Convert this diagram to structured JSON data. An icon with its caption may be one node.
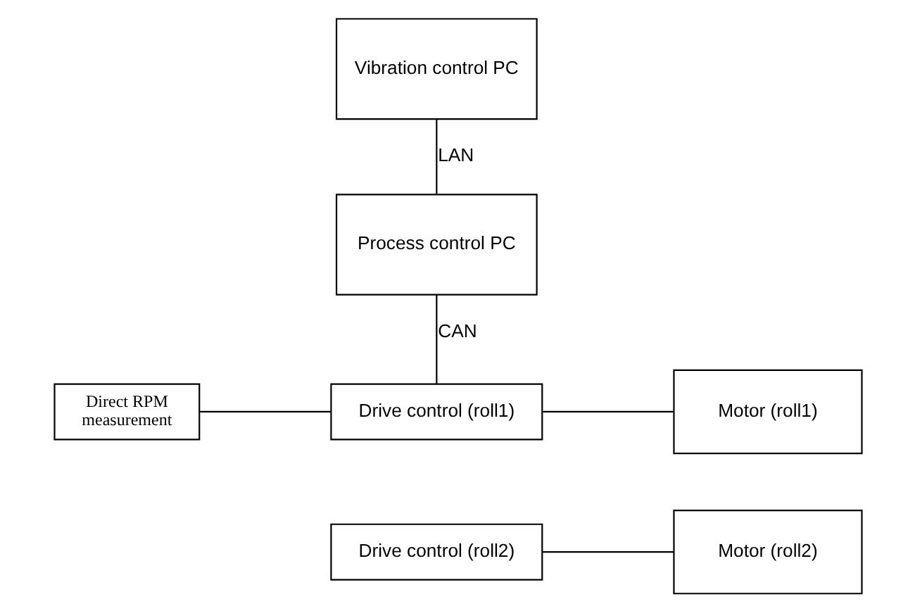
{
  "diagram": {
    "nodes": [
      {
        "text": [
          "Vibration control PC"
        ]
      },
      {
        "text": [
          "Process control PC"
        ]
      },
      {
        "text": [
          "Direct RPM measurement"
        ]
      },
      {
        "text": [
          "Drive control (roll1)"
        ]
      },
      {
        "text": [
          "Drive control (roll2)"
        ]
      },
      {
        "text": [
          "Motor (roll1)"
        ]
      },
      {
        "text": [
          "Motor (roll2)"
        ]
      }
    ],
    "edges": [
      {
        "from": 0,
        "to": 1,
        "arrow": "none",
        "label": "LAN"
      },
      {
        "from": 1,
        "to": 3,
        "arrow": "none",
        "label": "CAN"
      },
      {
        "from": 2,
        "to": 3,
        "arrow": "none"
      },
      {
        "from": 3,
        "to": 5,
        "arrow": "none"
      },
      {
        "from": 4,
        "to": 6,
        "arrow": "none"
      }
    ]
  }
}
